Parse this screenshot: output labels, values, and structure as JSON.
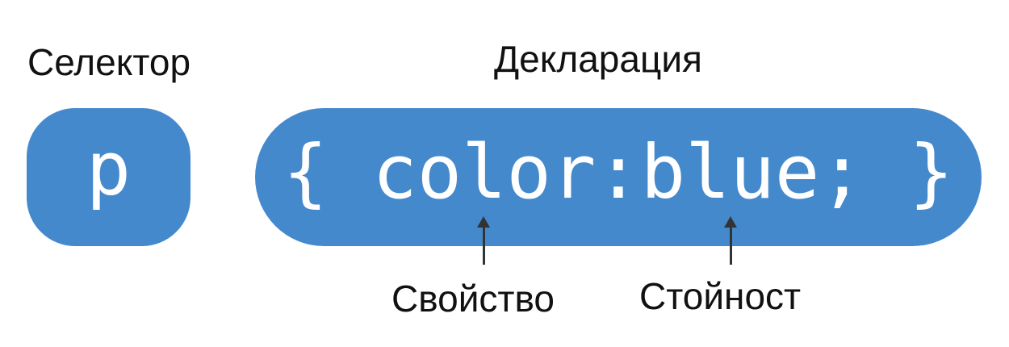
{
  "headings": {
    "selector": "Селектор",
    "declaration": "Декларация"
  },
  "code": {
    "selector": "p",
    "declaration": "{ color:blue; }"
  },
  "labels": {
    "property": "Свойство",
    "value": "Стойност"
  },
  "colors": {
    "pill_fill": "#4589cd",
    "code_text": "#ffffff",
    "label_text": "#111111",
    "arrow": "#333333"
  },
  "icons": {
    "property_pointer": "arrow-up-icon",
    "value_pointer": "arrow-up-icon"
  }
}
